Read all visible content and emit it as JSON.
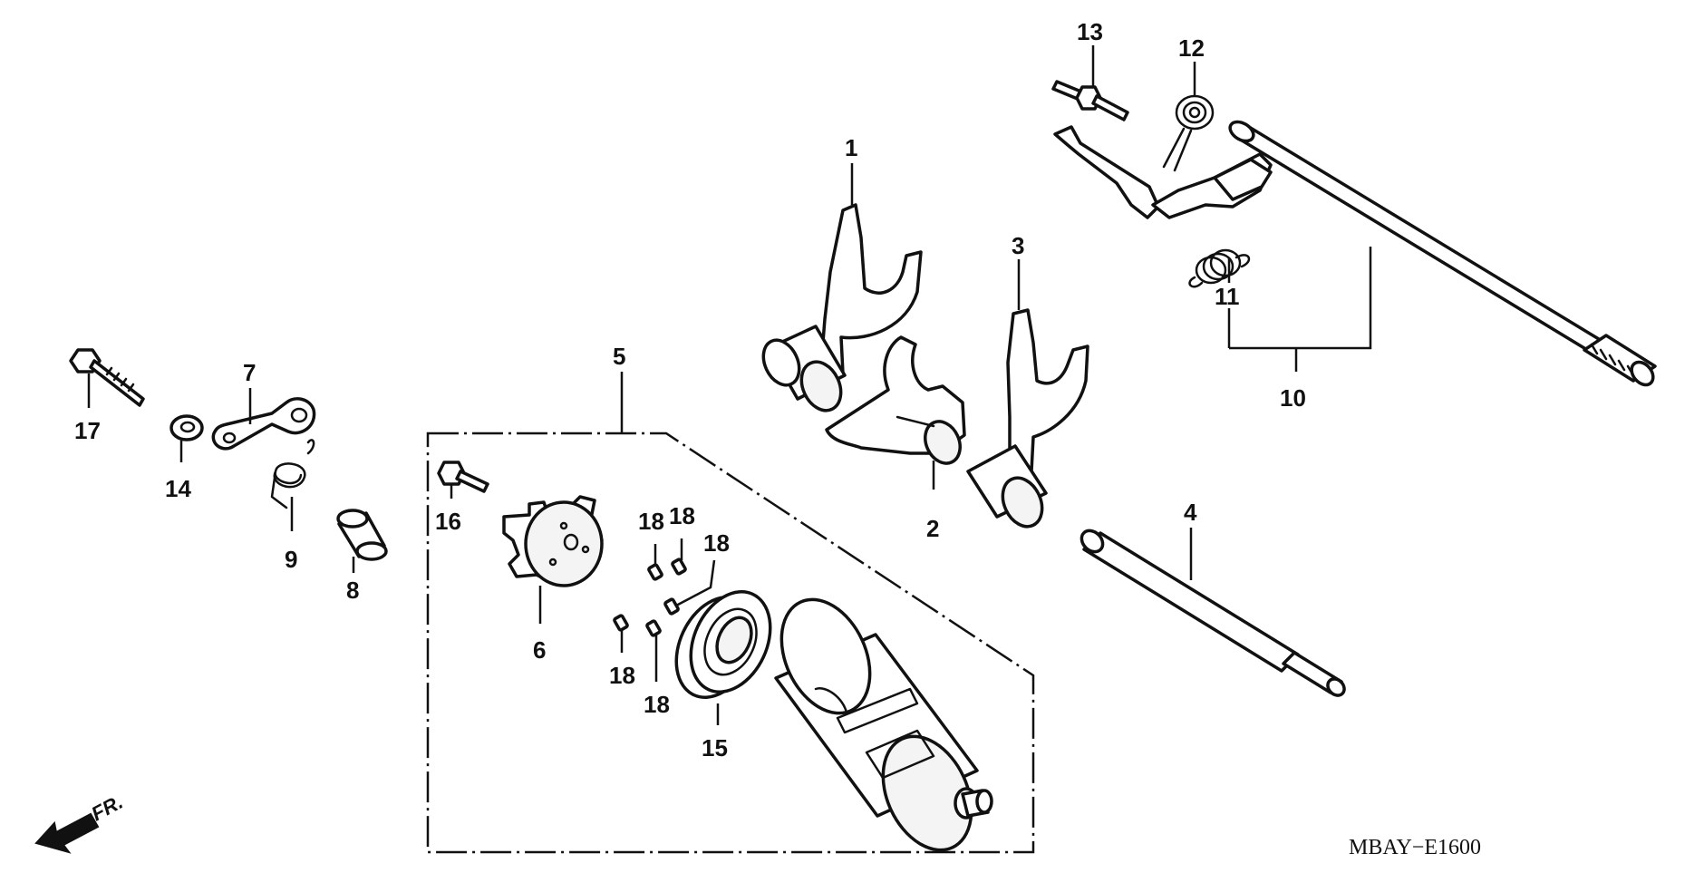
{
  "diagram": {
    "drawing_code": "MBAY−E1600",
    "direction_marker": "FR.",
    "callouts": {
      "c1": "1",
      "c2": "2",
      "c3": "3",
      "c4": "4",
      "c5": "5",
      "c6": "6",
      "c7": "7",
      "c8": "8",
      "c9": "9",
      "c10": "10",
      "c11": "11",
      "c12": "12",
      "c13": "13",
      "c14": "14",
      "c15": "15",
      "c16": "16",
      "c17": "17",
      "c18a": "18",
      "c18b": "18",
      "c18c": "18",
      "c18d": "18",
      "c18e": "18"
    }
  }
}
